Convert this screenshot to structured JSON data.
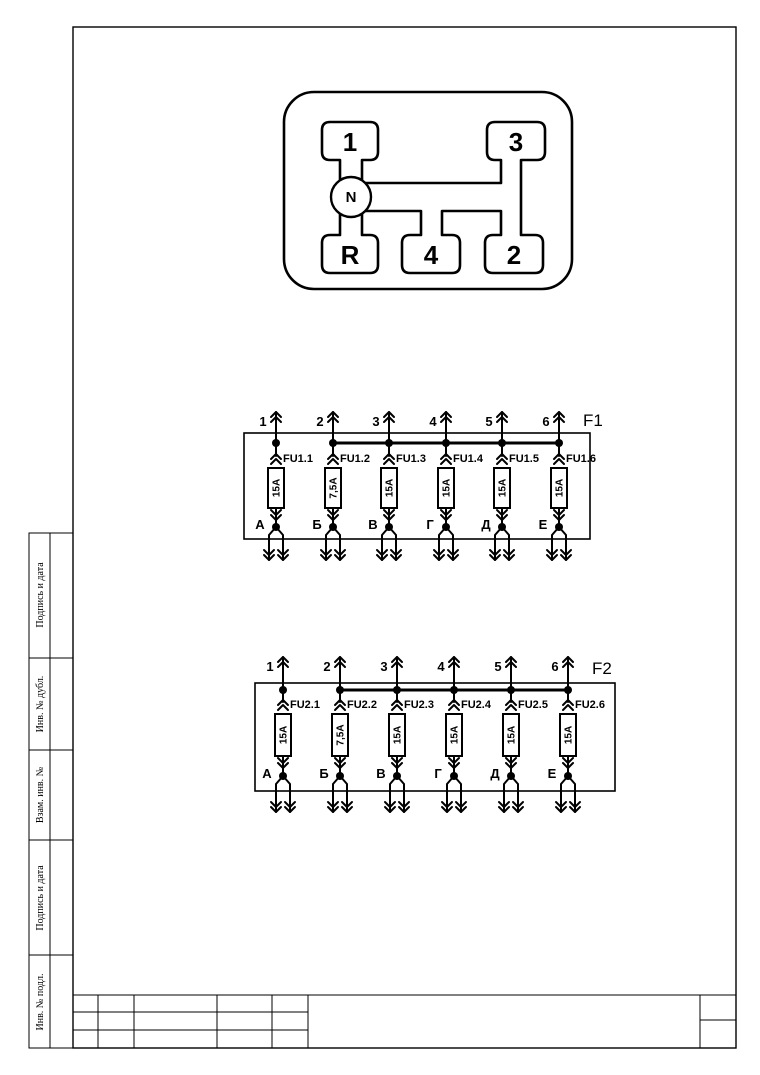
{
  "stamp": {
    "labels": [
      "Инв. № подл.",
      "Подпись и дата",
      "Взам. инв. №",
      "Инв. № дубл.",
      "Подпись и дата"
    ]
  },
  "gear_diagram": {
    "gears": [
      "1",
      "3",
      "R",
      "4",
      "2"
    ],
    "neutral": "N"
  },
  "fuse_blocks": [
    {
      "label": "F1",
      "inputs": [
        "1",
        "2",
        "3",
        "4",
        "5",
        "6"
      ],
      "fuses": [
        "FU1.1",
        "FU1.2",
        "FU1.3",
        "FU1.4",
        "FU1.5",
        "FU1.6"
      ],
      "ratings": [
        "15A",
        "7,5A",
        "15A",
        "15A",
        "15A",
        "15A"
      ],
      "outputs": [
        "А",
        "Б",
        "В",
        "Г",
        "Д",
        "Е"
      ]
    },
    {
      "label": "F2",
      "inputs": [
        "1",
        "2",
        "3",
        "4",
        "5",
        "6"
      ],
      "fuses": [
        "FU2.1",
        "FU2.2",
        "FU2.3",
        "FU2.4",
        "FU2.5",
        "FU2.6"
      ],
      "ratings": [
        "15A",
        "7,5A",
        "15A",
        "15A",
        "15A",
        "15A"
      ],
      "outputs": [
        "А",
        "Б",
        "В",
        "Г",
        "Д",
        "Е"
      ]
    }
  ]
}
